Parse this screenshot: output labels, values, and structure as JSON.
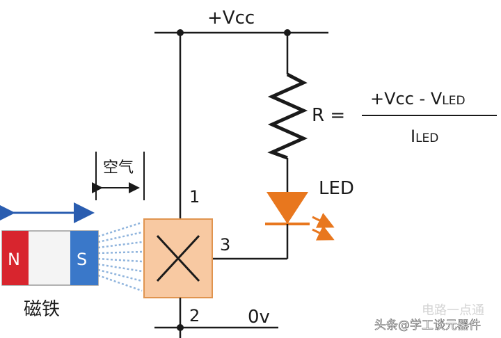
{
  "labels": {
    "vcc": "+Vcc",
    "ground": "0v",
    "pin1": "1",
    "pin2": "2",
    "pin3": "3",
    "resistor": "R =",
    "led": "LED",
    "magnet_n": "N",
    "magnet_s": "S",
    "magnet": "磁铁",
    "air_gap": "空气"
  },
  "formula": {
    "num_main": "+Vcc - V",
    "num_sub": "LED",
    "den_main": "I",
    "den_sub": "LED"
  },
  "watermark": {
    "prefix": "头条",
    "handle": "@学工谈元器件",
    "faint": "电路一点通"
  },
  "colors": {
    "wire": "#1a1a1a",
    "sensor_fill": "#f8c9a2",
    "sensor_stroke": "#e0944f",
    "led": "#e8771e",
    "arrow": "#2a5db0",
    "magnet_n": "#d8252e",
    "magnet_s": "#3a78c9",
    "magnet_mid": "#f4f4f4",
    "field_lines": "#8fb4dd"
  }
}
